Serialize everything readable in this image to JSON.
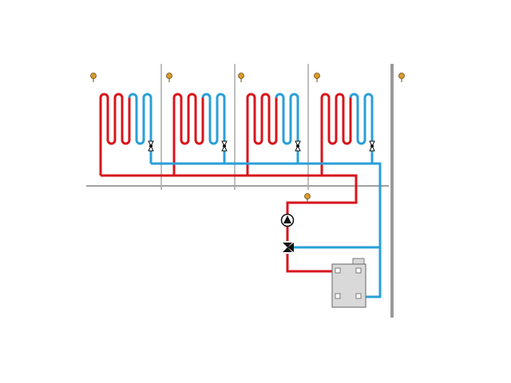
{
  "diagram": {
    "kind": "underfloor heating hydraulic schematic",
    "room_count": 4,
    "loop_turns_per_room": 4,
    "rooms": [
      {
        "index": 1,
        "has_thermostat": true,
        "has_valve": true
      },
      {
        "index": 2,
        "has_thermostat": true,
        "has_valve": true
      },
      {
        "index": 3,
        "has_thermostat": true,
        "has_valve": true
      },
      {
        "index": 4,
        "has_thermostat": true,
        "has_valve": true
      }
    ],
    "components": {
      "outdoor_sensor": "thermostat-sensor",
      "flow_sensor": "temperature-sensor",
      "pump": "circulation-pump",
      "mixing_valve": "three-way-mixing-valve",
      "boiler": "boiler-unit"
    },
    "colors": {
      "supply": "#d8151b",
      "return": "#2a9fd8",
      "wall": "#9a9a9a",
      "floor": "#a0a0a0",
      "sensor": "#d89a2a",
      "boiler_body": "#d9d9d9",
      "boiler_stroke": "#7a7a7a",
      "symbol": "#111111"
    }
  }
}
